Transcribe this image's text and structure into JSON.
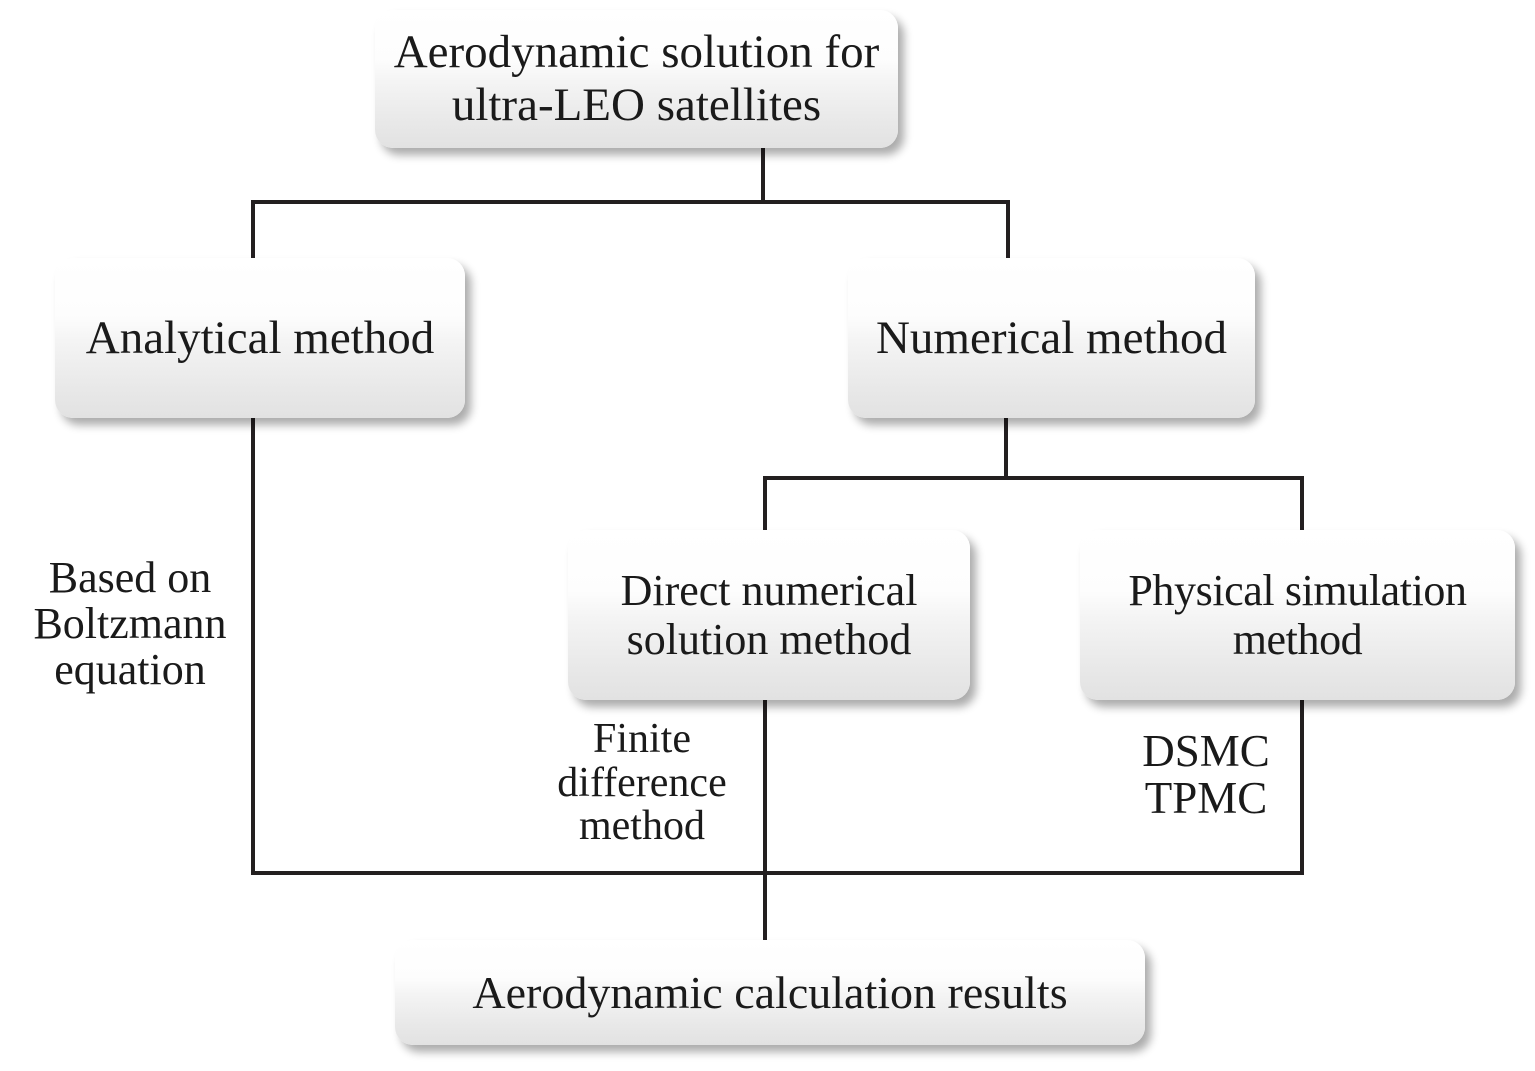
{
  "diagram": {
    "title": "Aerodynamic solution for ultra-LEO satellites flowchart",
    "colors": {
      "line": "#231f20",
      "box_fill_top": "#ffffff",
      "box_fill_bottom": "#e2e2e2",
      "text": "#1a1a1a",
      "background": "#ffffff"
    },
    "nodes": {
      "root": "Aerodynamic solution for ultra-LEO satellites",
      "analytical": "Analytical method",
      "numerical": "Numerical method",
      "direct": "Direct numerical solution method",
      "physical": "Physical simulation method",
      "results": "Aerodynamic calculation results"
    },
    "annotations": {
      "boltzmann": "Based on Boltzmann equation",
      "finite_difference": "Finite difference method",
      "monte_carlo": "DSMC TPMC"
    },
    "edges": [
      {
        "from": "root",
        "to": "analytical"
      },
      {
        "from": "root",
        "to": "numerical"
      },
      {
        "from": "numerical",
        "to": "direct"
      },
      {
        "from": "numerical",
        "to": "physical"
      },
      {
        "from": "analytical",
        "to": "results",
        "label": "Based on Boltzmann equation"
      },
      {
        "from": "direct",
        "to": "results",
        "label": "Finite difference method"
      },
      {
        "from": "physical",
        "to": "results",
        "label": "DSMC TPMC"
      }
    ]
  }
}
